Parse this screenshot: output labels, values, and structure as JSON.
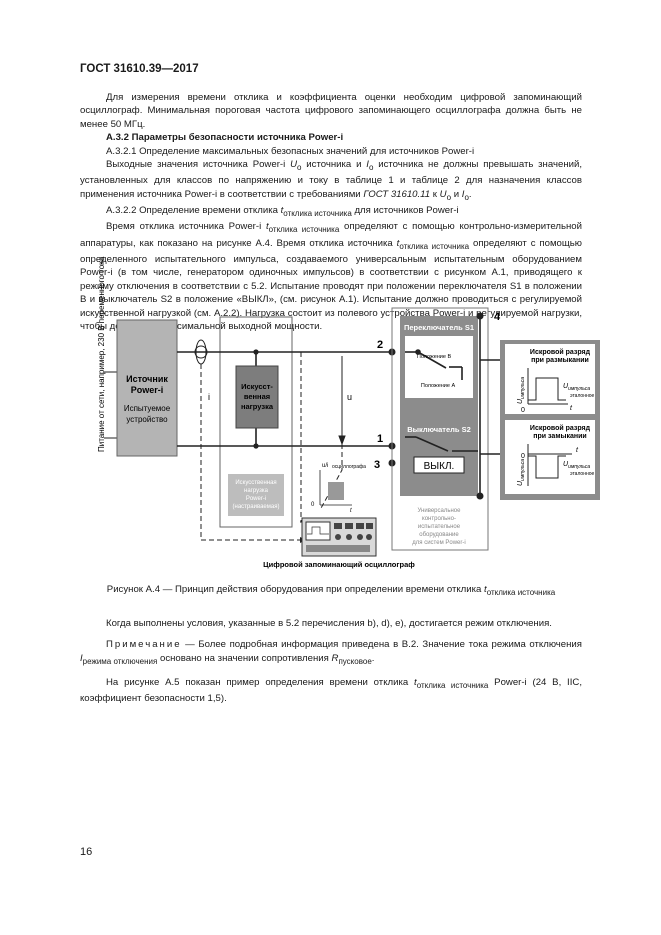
{
  "header": "ГОСТ 31610.39—2017",
  "page_number": "16",
  "para1": "Для измерения времени отклика и коэффициента оценки необходим цифровой запоминающий осциллограф. Минимальная пороговая частота цифрового запоминающего осциллографа должна быть не менее 50 МГц.",
  "sec_a32": "А.3.2  Параметры безопасности источника Power-i",
  "sec_a321": "А.3.2.1  Определение максимальных безопасных значений для источников Power-i",
  "para2": {
    "t1": "Выходные значения источника Power-i ",
    "t2": " источника и ",
    "t3": " источника не должны превышать значений, установленных для классов по напряжению и току в таблице 1 и таблице 2 для назначения классов применения источника Power-i в соответствии с требованиями ",
    "t4": " к ",
    "t5": " и ",
    "t6": ".",
    "U": "U",
    "I": "I",
    "sub_o": "o",
    "std": "ГОСТ 31610.11"
  },
  "sec_a322": {
    "pre": "А.3.2.2  Определение времени отклика ",
    "t": "t",
    "sub": "отклика источника",
    "post": " для источников Power-i"
  },
  "para3": {
    "t1": "Время отклика источника Power-i ",
    "t2": " определяют с помощью контрольно-измерительной аппаратуры, как показано на рисунке А.4. Время отклика источника ",
    "t3": " определяют с помощью определенного испытательного импульса, создаваемого универсальным испытательным оборудованием Power-i (в том числе, генератором одиночных импульсов) в соответствии с рисунком А.1, приводящего к режиму отключения в соответствии с 5.2. Испытание проводят при положении переключателя S1 в положении В и выключатель S2 в положение «ВЫКЛ», (см. рисунок А.1). Испытание должно проводиться с регулируемой искусственной нагрузкой (см. А.2.2). Нагрузка состоит из полевого устройства Power-i и регулируемой нагрузки, чтобы достигнуть максимальной выходной мощности.",
    "t": "t",
    "sub": "отклика источника"
  },
  "figure": {
    "supply_label": "Питание от сети, например, 230 В переменного тока",
    "source_title_1": "Источник",
    "source_title_2": "Power-i",
    "source_sub_1": "Испытуемое",
    "source_sub_2": "устройство",
    "load_1": "Искусст-",
    "load_2": "венная",
    "load_3": "нагрузка",
    "adj_1": "Искусственная",
    "adj_2": "нагрузка",
    "adj_3": "Power-i",
    "adj_4": "(настраиваемая)",
    "scope_title": "Цифровой запоминающий осциллограф",
    "label_i": "i",
    "label_u": "u",
    "label_t": "t",
    "label_0": "0",
    "osc_label": "u/i",
    "osc_sub": "осциллографа",
    "term_1": "1",
    "term_2": "2",
    "term_3": "3",
    "term_4": "4",
    "switch_s1": "Переключатель S1",
    "pos_b": "Положение B",
    "pos_a": "Положение А",
    "switch_s2": "Выключатель S2",
    "off": "ВЫКЛ.",
    "univ_1": "Универсальное",
    "univ_2": "контрольно-",
    "univ_3": "испытательное",
    "univ_4": "оборудование",
    "univ_5": "для систем Power-i",
    "spark_open_1": "Искровой разряд",
    "spark_open_2": "при размыкании",
    "spark_close_1": "Искровой разряд",
    "spark_close_2": "при замыкании",
    "u_pulse": "U",
    "u_pulse_sub": "импульса",
    "u_ref_sub_1": "импульса",
    "u_ref_sub_2": "эталонное"
  },
  "caption": {
    "pre": "Рисунок А.4 — Принцип действия оборудования при определении времени отклика ",
    "t": "t",
    "sub": "отклика источника"
  },
  "para4": "Когда выполнены условия, указанные в 5.2 перечисления b), d), е), достигается режим отключения.",
  "note": {
    "label": "Примечание",
    "t1": " — Более подробная информация приведена в В.2. Значение тока режима отключения ",
    "I": "I",
    "I_sub": "режима отключения",
    "t2": " основано на значении сопротивления ",
    "R": "R",
    "R_sub": "пусковое",
    "t3": "."
  },
  "para5": {
    "t1": "На рисунке А.5  показан пример определения времени отклика ",
    "t2": " Power-i (24 В, IIC, коэффициент безопасности 1,5).",
    "t": "t",
    "sub": "отклика источника"
  },
  "colors": {
    "panel": "#8c8c8c",
    "panel_dark": "#6b6b6b",
    "box": "#b4b4b4",
    "adj": "#bdbdbd",
    "line": "#222222"
  }
}
